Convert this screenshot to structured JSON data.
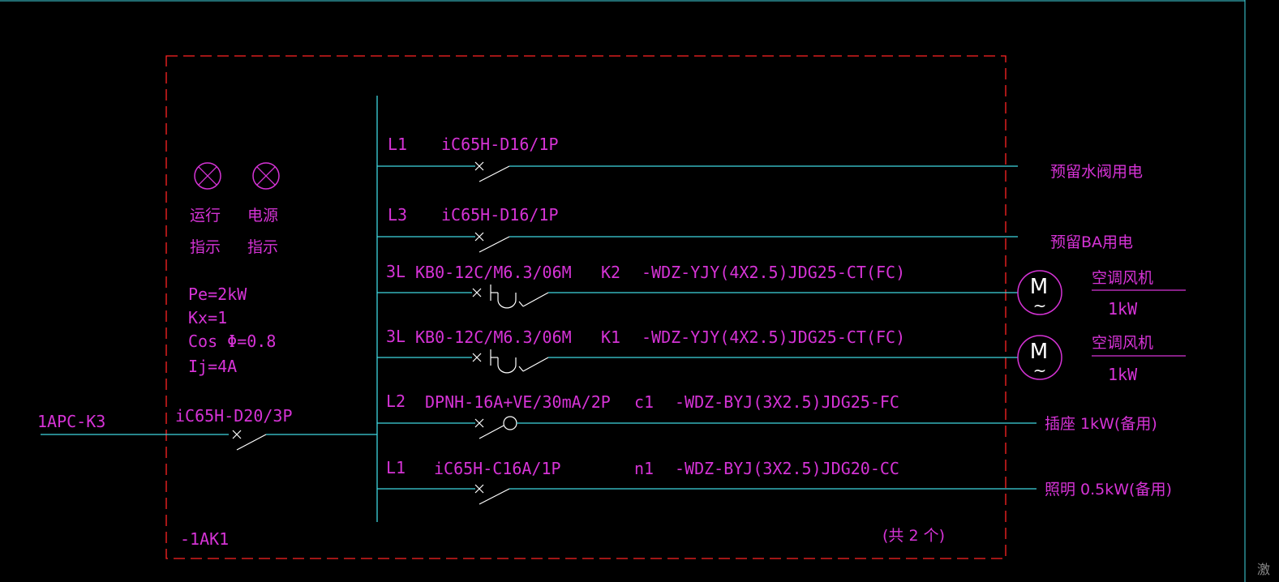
{
  "incoming": {
    "feeder": "1APC-K3",
    "breaker": "iC65H-D20/3P"
  },
  "panel_id": "-1AK1",
  "count_note": "(共 2 个)",
  "indicators": [
    {
      "line1": "运行",
      "line2": "指示"
    },
    {
      "line1": "电源",
      "line2": "指示"
    }
  ],
  "params": {
    "pe": "Pe=2kW",
    "kx": "Kx=1",
    "cos": "Cos Φ=0.8",
    "ij": "Ij=4A"
  },
  "circuits": [
    {
      "phase": "L1",
      "device": "iC65H-D16/1P",
      "circuit_no": "",
      "cable": "",
      "load": "预留水阀用电",
      "load_rating": "",
      "type": "breaker"
    },
    {
      "phase": "L3",
      "device": "iC65H-D16/1P",
      "circuit_no": "",
      "cable": "",
      "load": "预留BA用电",
      "load_rating": "",
      "type": "breaker"
    },
    {
      "phase": "3L",
      "device": "KB0-12C/M6.3/06M",
      "circuit_no": "K2",
      "cable": "-WDZ-YJY(4X2.5)JDG25-CT(FC)",
      "load": "空调风机",
      "load_rating": "1kW",
      "type": "motor"
    },
    {
      "phase": "3L",
      "device": "KB0-12C/M6.3/06M",
      "circuit_no": "K1",
      "cable": "-WDZ-YJY(4X2.5)JDG25-CT(FC)",
      "load": "空调风机",
      "load_rating": "1kW",
      "type": "motor"
    },
    {
      "phase": "L2",
      "device": "DPNH-16A+VE/30mA/2P",
      "circuit_no": "c1",
      "cable": "-WDZ-BYJ(3X2.5)JDG25-FC",
      "load": "插座 1kW(备用)",
      "load_rating": "",
      "type": "rcd"
    },
    {
      "phase": "L1",
      "device": "iC65H-C16A/1P",
      "circuit_no": "n1",
      "cable": "-WDZ-BYJ(3X2.5)JDG20-CC",
      "load": "照明 0.5kW(备用)",
      "load_rating": "",
      "type": "breaker"
    }
  ],
  "motor_symbol": "M",
  "motor_tilde": "~",
  "corner_text": "激",
  "colors": {
    "background": "#000000",
    "wire": "#3fd6df",
    "text": "#d633d6",
    "frame": "#ff2424",
    "symbol": "#ffffff"
  }
}
